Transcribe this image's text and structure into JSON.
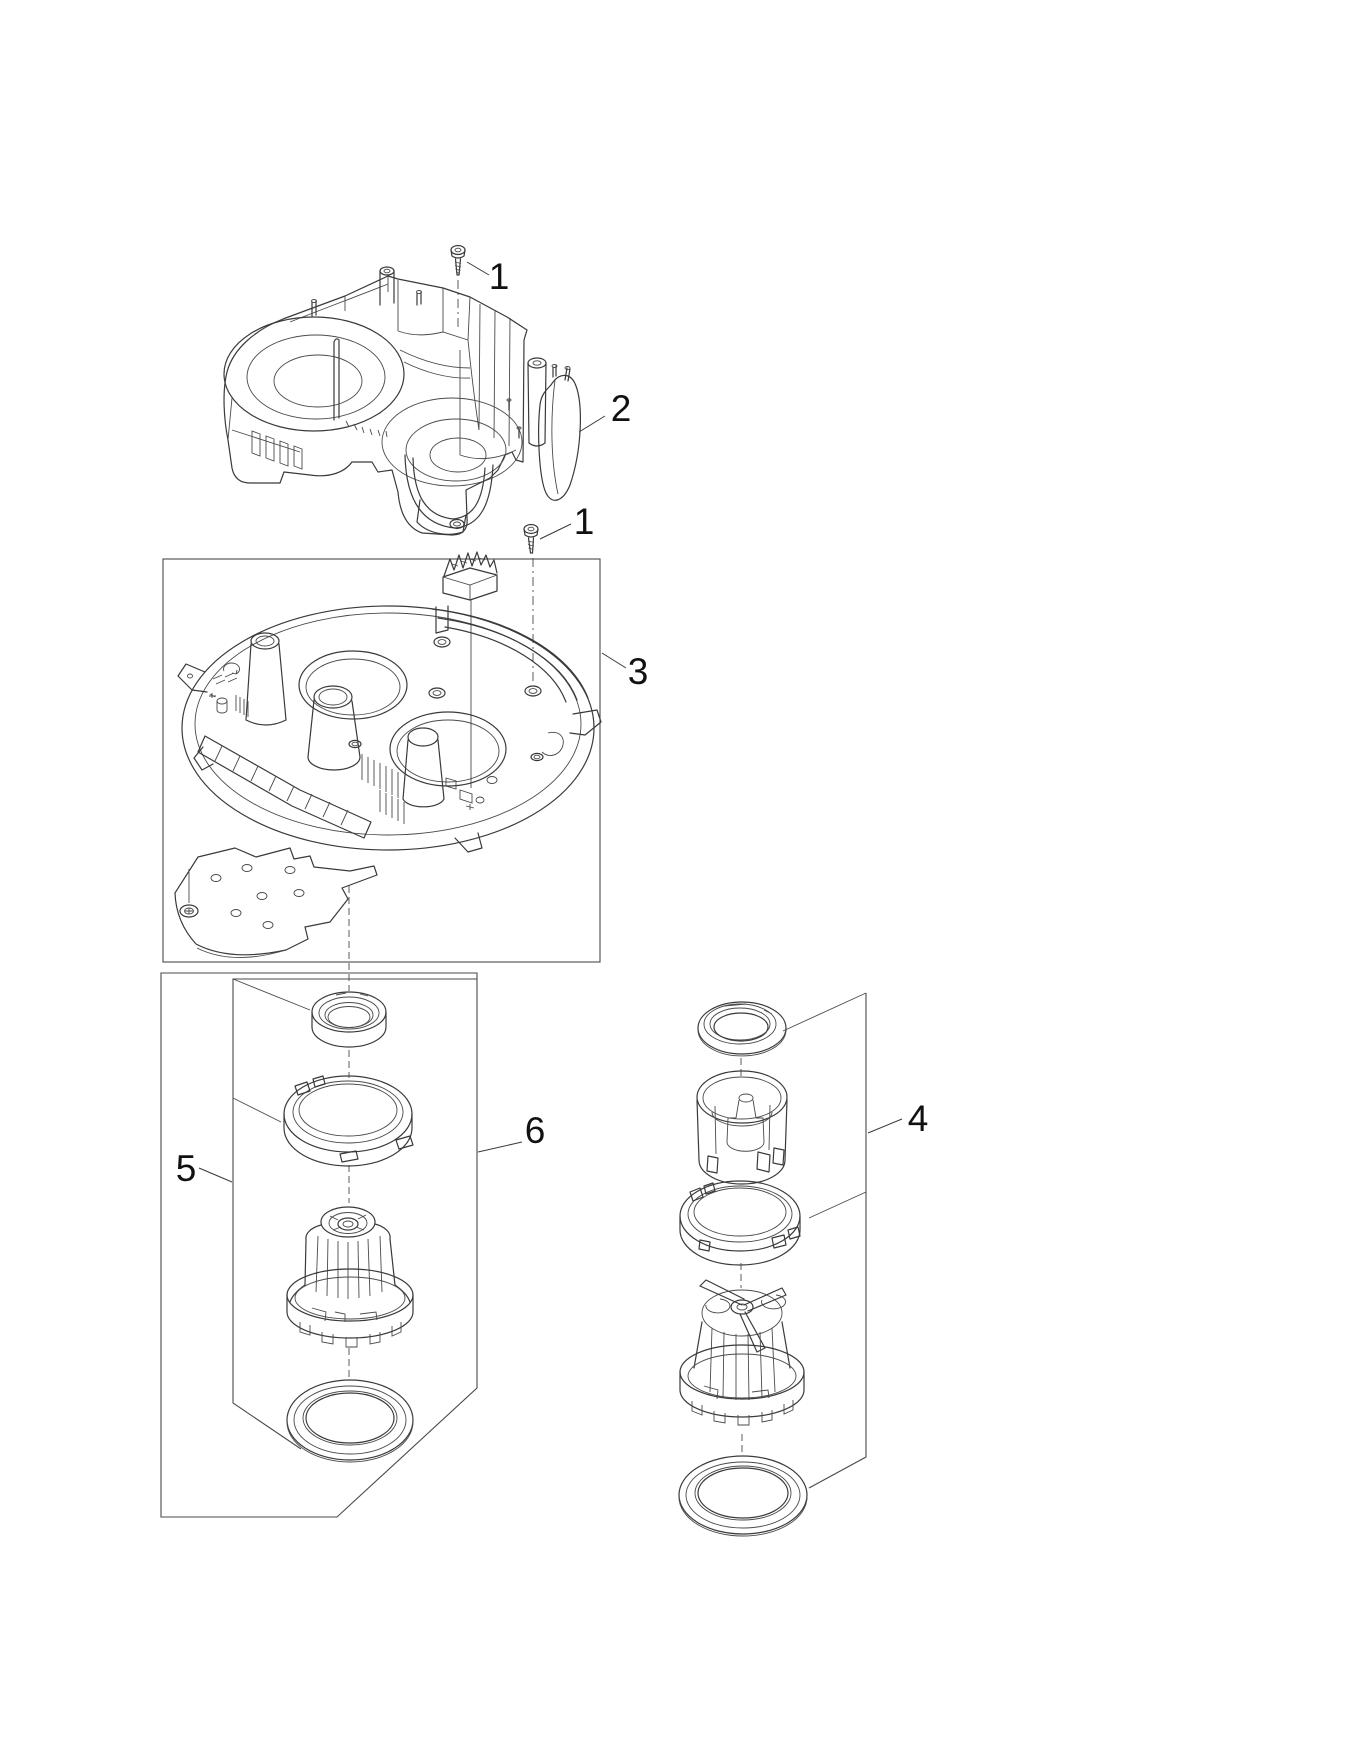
{
  "document": {
    "kind": "exploded-parts-diagram",
    "background_color": "#ffffff",
    "line_color": "#3a3a3a",
    "label_color": "#111111"
  },
  "callouts": [
    {
      "id": "screw-upper",
      "label": "1"
    },
    {
      "id": "flap-part",
      "label": "2"
    },
    {
      "id": "screw-middle",
      "label": "1"
    },
    {
      "id": "motor-deck-box",
      "label": "3"
    },
    {
      "id": "motor-kit-right",
      "label": "4"
    },
    {
      "id": "motor-inner-box",
      "label": "5"
    },
    {
      "id": "motor-outer-box",
      "label": "6"
    }
  ],
  "figures": [
    {
      "id": "upper-housing-drawing"
    },
    {
      "id": "exhaust-flap-drawing"
    },
    {
      "id": "tapping-screw-top-drawing"
    },
    {
      "id": "tapping-screw-middle-drawing"
    },
    {
      "id": "motor-deck-drawing"
    },
    {
      "id": "terminal-block-drawing"
    },
    {
      "id": "base-plate-drawing"
    },
    {
      "id": "base-plate-screw-drawing"
    },
    {
      "id": "seal-ring-small-left-drawing"
    },
    {
      "id": "retainer-ring-left-drawing"
    },
    {
      "id": "suction-motor-left-drawing"
    },
    {
      "id": "motor-gasket-left-drawing"
    },
    {
      "id": "seal-ring-right-drawing"
    },
    {
      "id": "float-cage-drawing"
    },
    {
      "id": "retainer-ring-right-drawing"
    },
    {
      "id": "suction-motor-right-drawing"
    },
    {
      "id": "motor-gasket-right-drawing"
    }
  ]
}
